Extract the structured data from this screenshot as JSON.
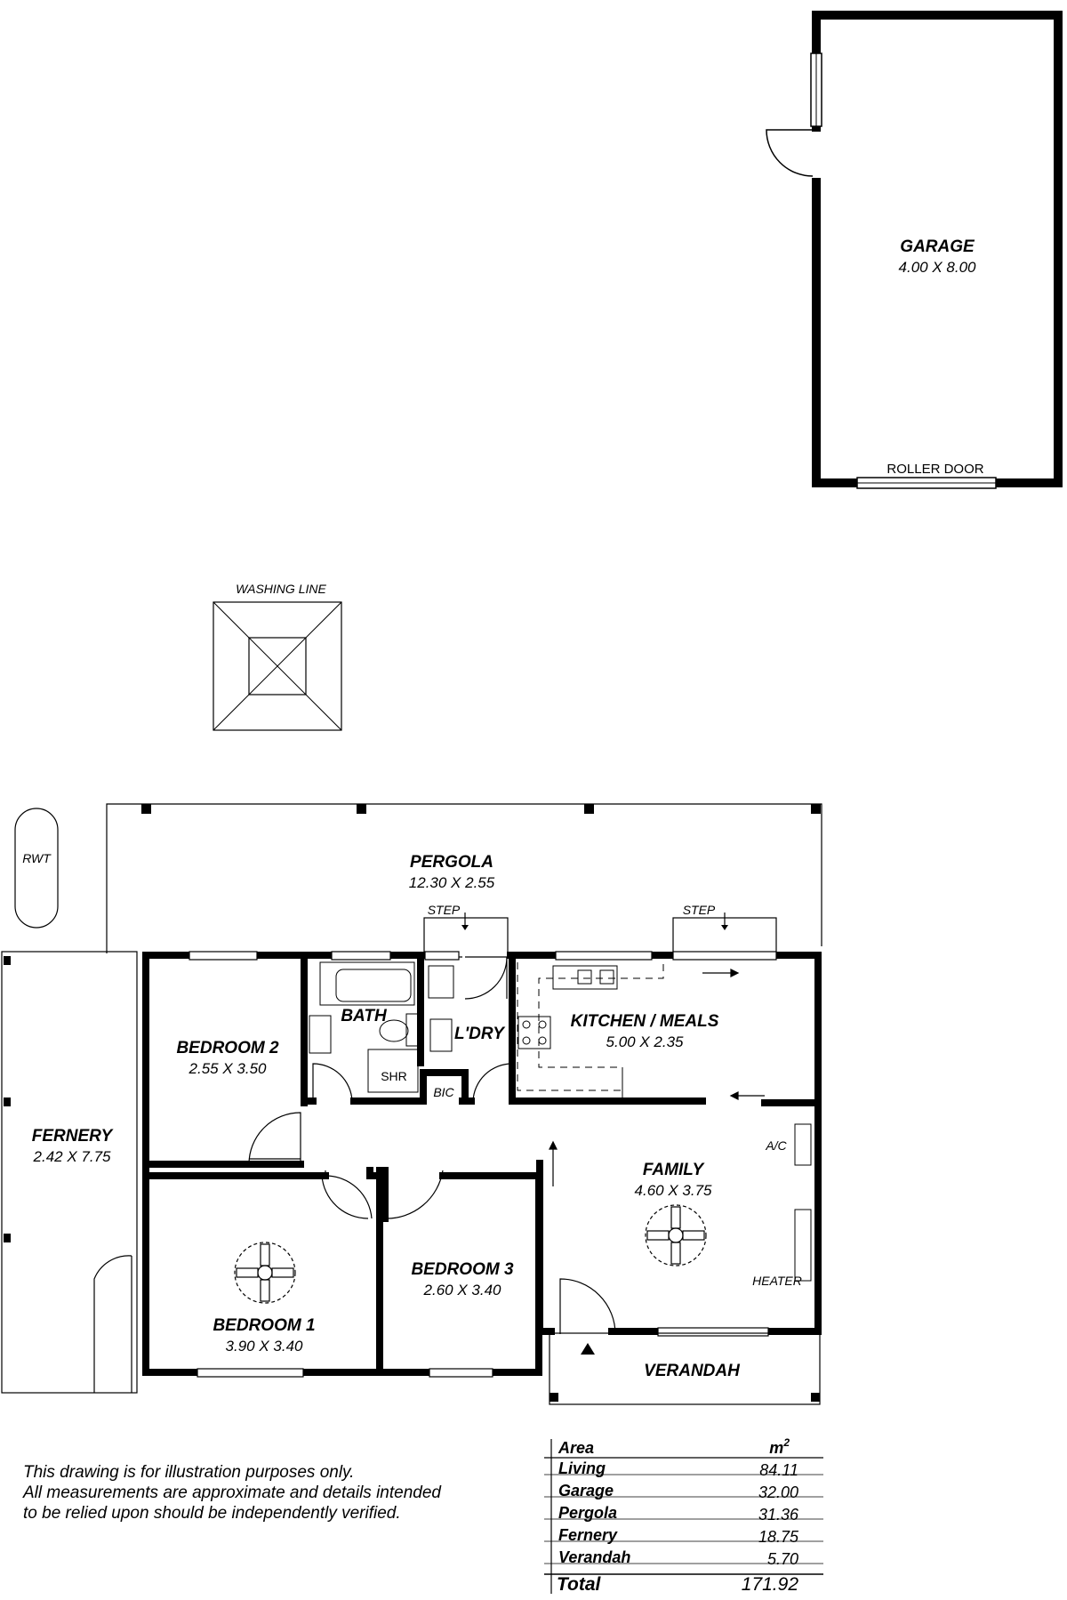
{
  "rooms": {
    "garage": {
      "name": "GARAGE",
      "dims": "4.00 X 8.00"
    },
    "bedroom2": {
      "name": "BEDROOM 2",
      "dims": "2.55 X 3.50"
    },
    "bath": {
      "name": "BATH"
    },
    "laundry": {
      "name": "L'DRY"
    },
    "kitchen": {
      "name": "KITCHEN / MEALS",
      "dims": "5.00 X 2.35"
    },
    "fernery": {
      "name": "FERNERY",
      "dims": "2.42 X 7.75"
    },
    "family": {
      "name": "FAMILY",
      "dims": "4.60 X 3.75"
    },
    "bedroom3": {
      "name": "BEDROOM 3",
      "dims": "2.60 X 3.40"
    },
    "bedroom1": {
      "name": "BEDROOM 1",
      "dims": "3.90 X 3.40"
    },
    "pergola": {
      "name": "PERGOLA",
      "dims": "12.30 X 2.55"
    },
    "verandah": {
      "name": "VERANDAH"
    }
  },
  "labels": {
    "roller_door": "ROLLER DOOR",
    "washing_line": "WASHING LINE",
    "rwt": "RWT",
    "step_left": "STEP",
    "step_right": "STEP",
    "shr": "SHR",
    "bic": "BIC",
    "ac": "A/C",
    "heater": "HEATER"
  },
  "area_table": {
    "header": {
      "label": "Area",
      "unit": "m",
      "unit_sup": "2"
    },
    "rows": [
      {
        "label": "Living",
        "value": "84.11"
      },
      {
        "label": "Garage",
        "value": "32.00"
      },
      {
        "label": "Pergola",
        "value": "31.36"
      },
      {
        "label": "Fernery",
        "value": "18.75"
      },
      {
        "label": "Verandah",
        "value": "5.70"
      }
    ],
    "total": {
      "label": "Total",
      "value": "171.92"
    }
  },
  "disclaimer": {
    "line1": "This drawing is for illustration purposes only.",
    "line2": " All measurements are approximate and details intended",
    "line3": "to be relied upon should be independently verified."
  }
}
